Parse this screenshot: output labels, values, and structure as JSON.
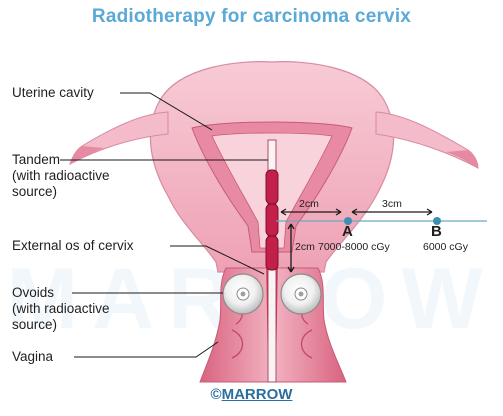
{
  "title": "Radiotherapy for carcinoma cervix",
  "watermark": "MARROW",
  "labels": {
    "uterine_cavity": "Uterine cavity",
    "tandem": [
      "Tandem",
      "(with radioactive",
      "source)"
    ],
    "external_os": "External os of cervix",
    "ovoids": [
      "Ovoids",
      "(with radioactive",
      "source)"
    ],
    "vagina": "Vagina"
  },
  "measurements": {
    "d1": "2cm",
    "d2": "3cm",
    "d3": "2cm"
  },
  "points": {
    "a": {
      "letter": "A",
      "dose": "7000-8000 cGy"
    },
    "b": {
      "letter": "B",
      "dose": "6000 cGy"
    }
  },
  "footer": {
    "symbol": "©",
    "brand": "MARROW"
  },
  "colors": {
    "title": "#5aa9d6",
    "tissue": "#f2b8c4",
    "tissue_dark": "#e07f98",
    "canal": "#c4294d",
    "source": "#c21f4a",
    "point_marker": "#3f8fb0"
  }
}
